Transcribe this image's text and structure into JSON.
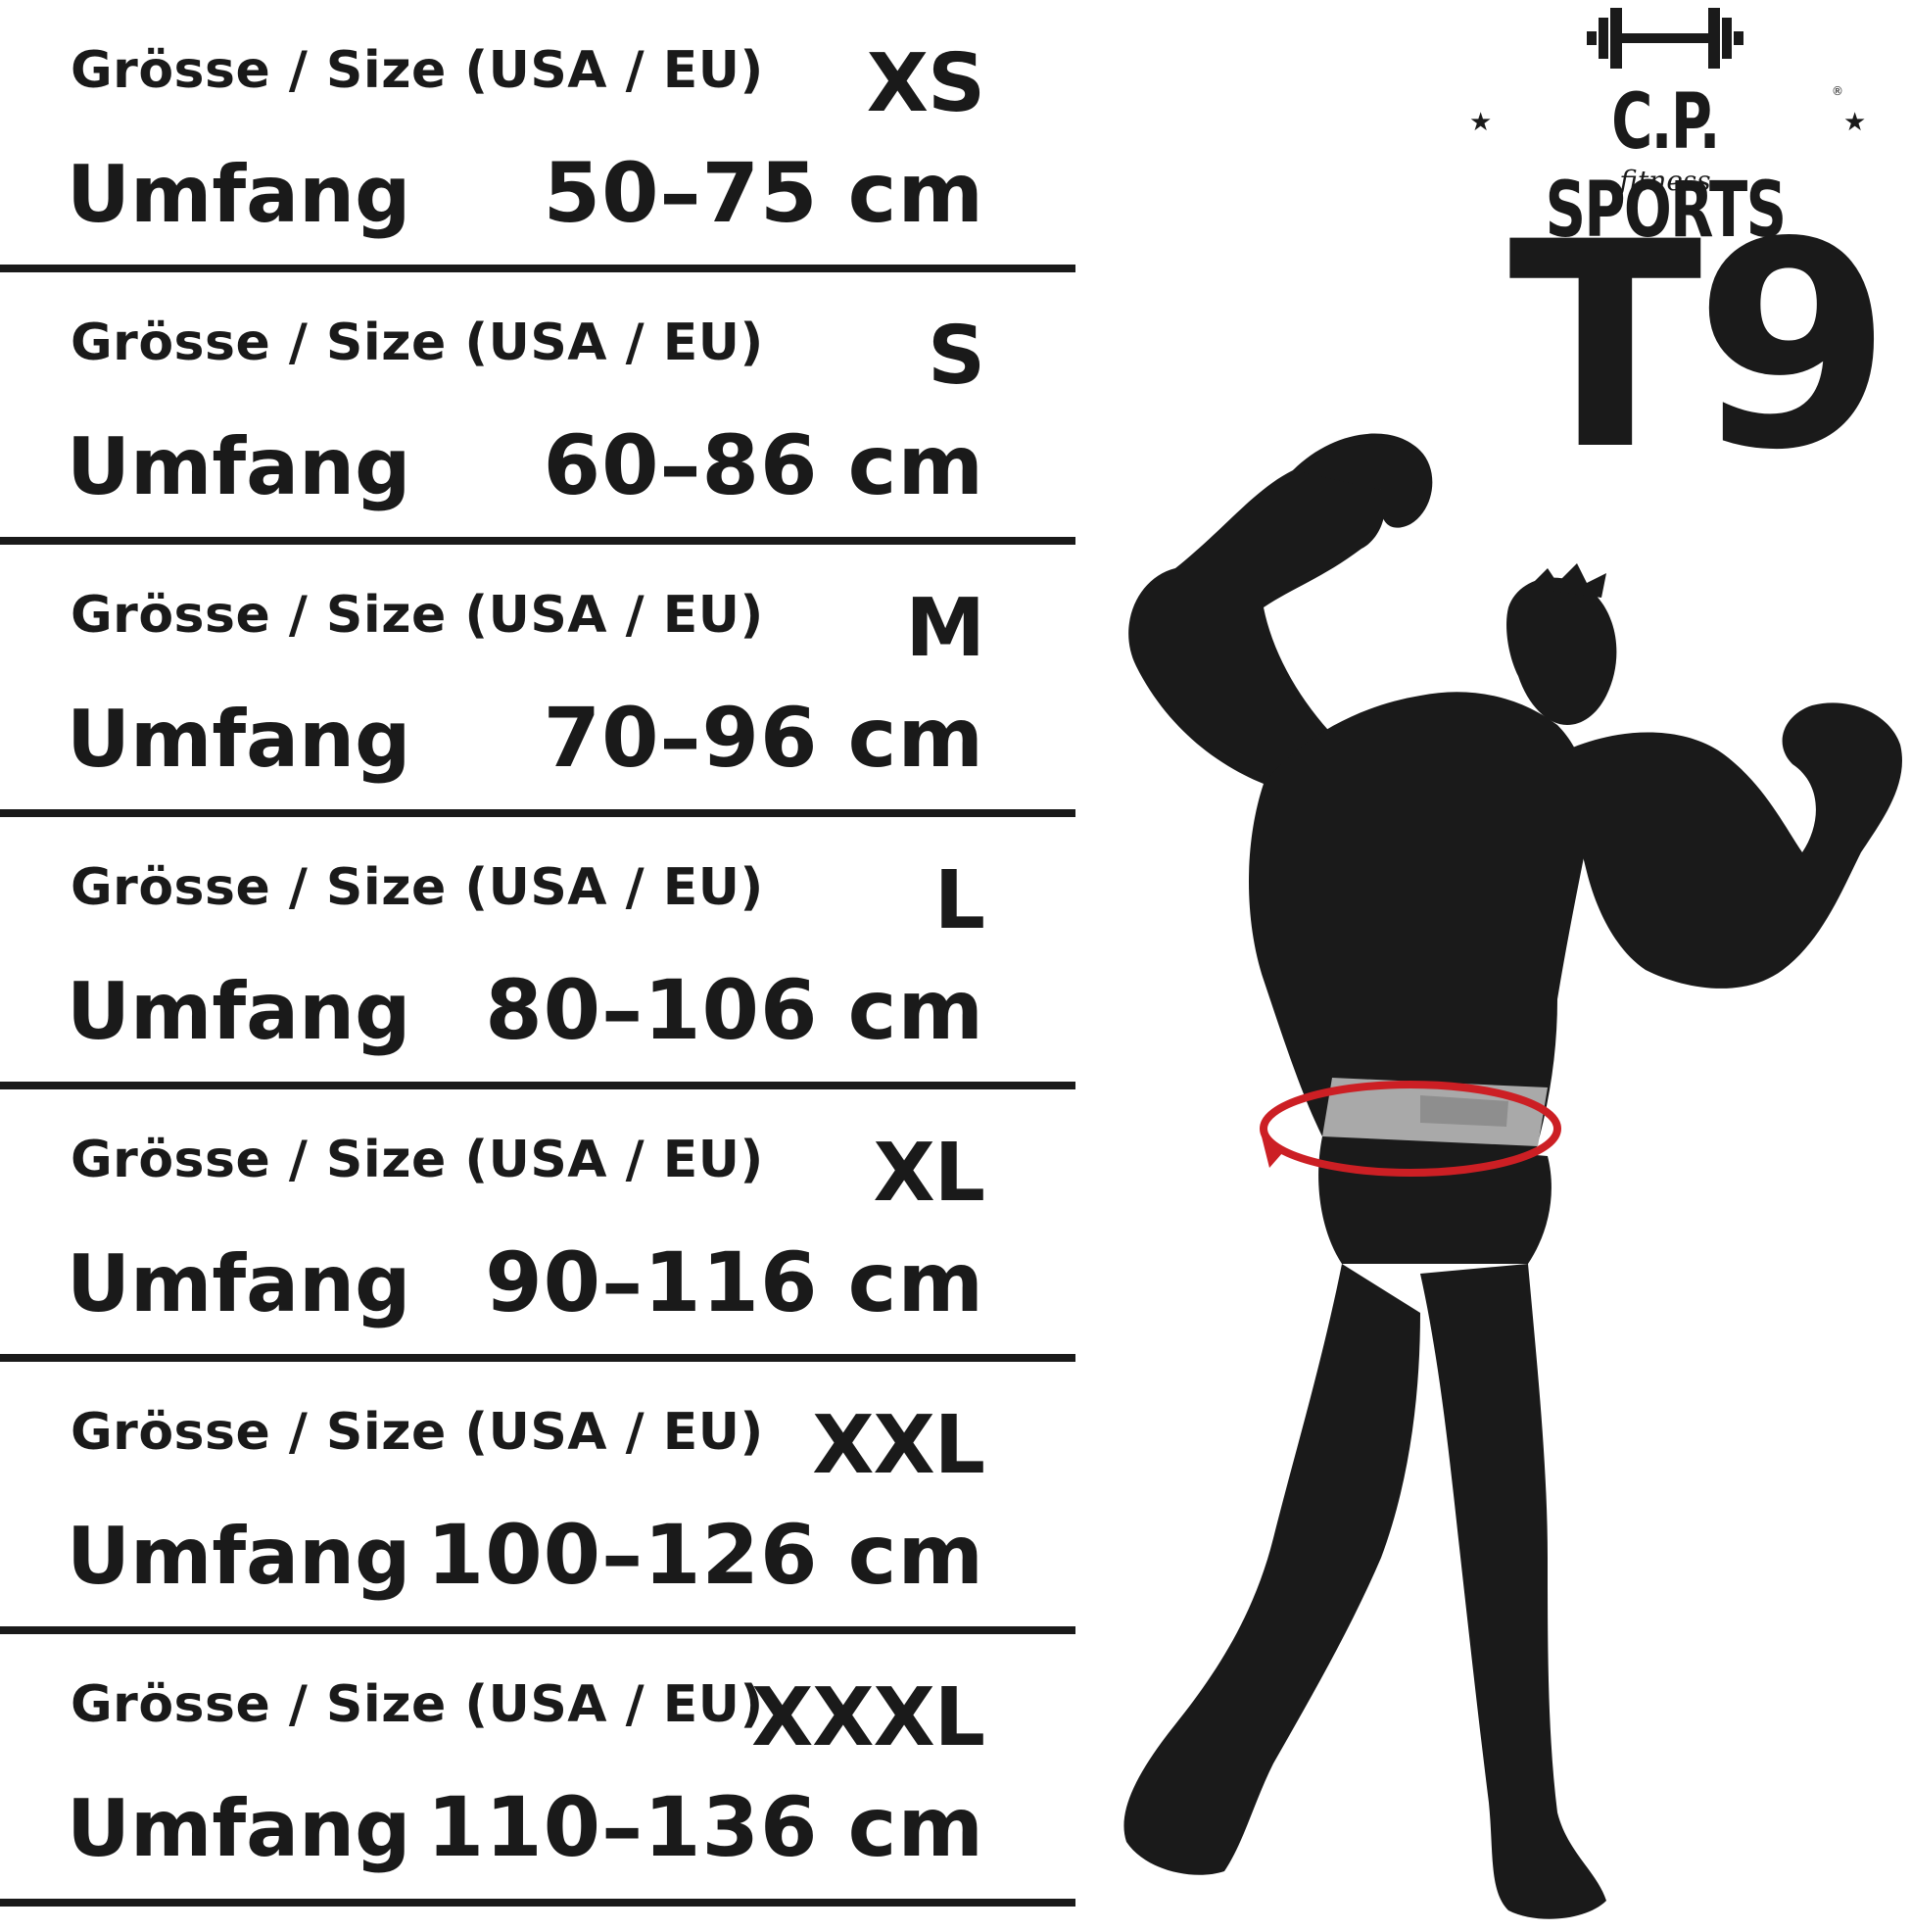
{
  "brand": {
    "name": "C.P. SPORTS",
    "tagline": "fitness",
    "registered": "®",
    "model": "T9"
  },
  "size_table": {
    "rows": [
      {
        "size_label": "Grösse / Size  (USA / EU)",
        "size": "XS",
        "girth_label": "Umfang",
        "girth": "50–75 cm"
      },
      {
        "size_label": "Grösse / Size  (USA / EU)",
        "size": "S",
        "girth_label": "Umfang",
        "girth": "60–86 cm"
      },
      {
        "size_label": "Grösse / Size  (USA / EU)",
        "size": "M",
        "girth_label": "Umfang",
        "girth": "70–96 cm"
      },
      {
        "size_label": "Grösse / Size  (USA / EU)",
        "size": "L",
        "girth_label": "Umfang",
        "girth": "80–106 cm"
      },
      {
        "size_label": "Grösse / Size  (USA / EU)",
        "size": "XL",
        "girth_label": "Umfang",
        "girth": "90–116 cm"
      },
      {
        "size_label": "Grösse / Size  (USA / EU)",
        "size": "XXL",
        "girth_label": "Umfang",
        "girth": "100–126 cm"
      },
      {
        "size_label": "Grösse / Size  (USA / EU)",
        "size": "XXXL",
        "girth_label": "Umfang",
        "girth": "110–136 cm"
      }
    ]
  },
  "figure": {
    "icon": "bodybuilder-silhouette-icon",
    "belt_color": "#a9a9a9",
    "measure_ring_color": "#cc1f24"
  },
  "colors": {
    "ink": "#1a1a1a",
    "background": "#ffffff"
  }
}
